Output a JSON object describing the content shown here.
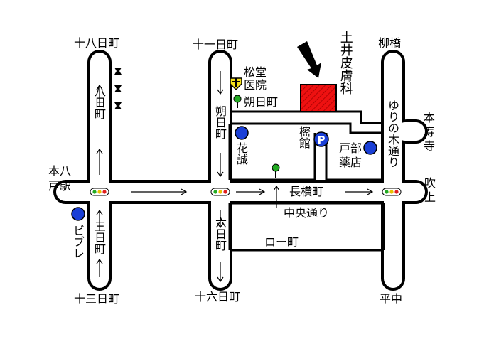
{
  "map": {
    "places": {
      "hachiyokamachi": "十八日町",
      "juichinichimachi": "十一日町",
      "yanagibashi": "柳橋",
      "honjuji": "本寿寺",
      "fukiage": "吹上",
      "hon_hachinohe_eki": "本八戸駅",
      "jusannichimachi": "十三日町",
      "jurokunichimachi": "十六日町",
      "heichu": "平中"
    },
    "streets": {
      "youkamachi": "八日町",
      "sakuhimachi_v": "朔日町",
      "sakuhimachi_h": "朔日町",
      "mikkamachi": "三日町",
      "muikamachi": "六日町",
      "nagayokomachi": "長横町",
      "chuo_dori": "中央通り",
      "ro_ichi_machi": "ロー町",
      "yurinoki_dori": "ゆりの木通り"
    },
    "landmarks": {
      "clinic": "松堂医院",
      "destination": "土井皮膚科",
      "hanamakoto": "花誠",
      "hinokidate": "樒館",
      "parking": "P",
      "tobe_pharmacy": "戸部薬店",
      "biblé": "ビブレ"
    },
    "colors": {
      "destination_fill": "#ee1111",
      "poi_dot": "#1a3fd6",
      "signal_green": "#22aa22",
      "signal_yellow": "#e8c000",
      "signal_red": "#e02020",
      "clinic_badge": "#f5e11a"
    }
  }
}
